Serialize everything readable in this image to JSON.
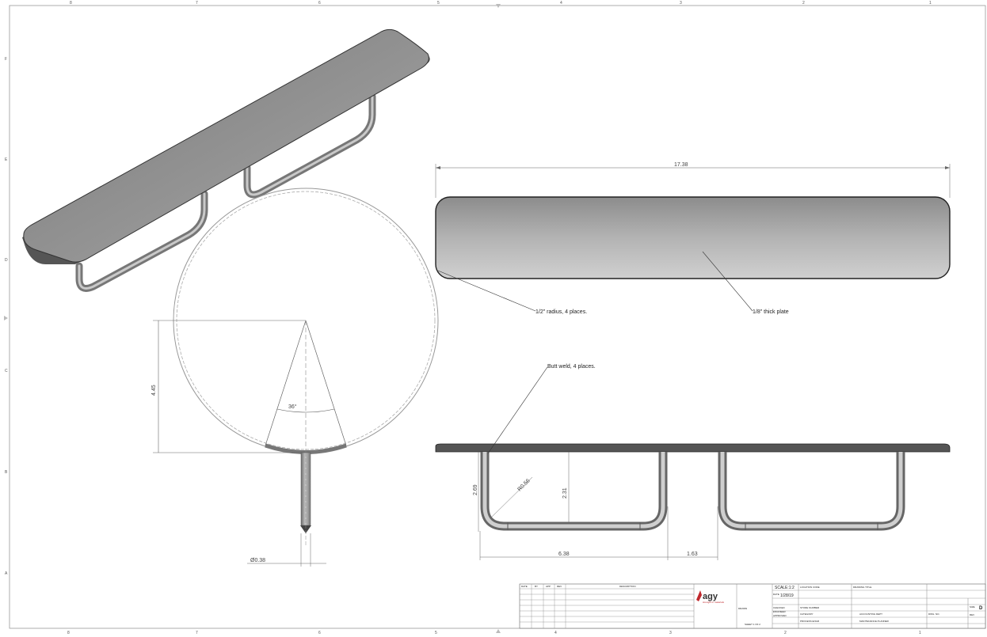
{
  "sheet": {
    "zones_top": [
      "8",
      "7",
      "6",
      "5",
      "4",
      "3",
      "2",
      "1"
    ],
    "zones_bottom": [
      "8",
      "7",
      "6",
      "5",
      "4",
      "3",
      "2",
      "1"
    ],
    "zones_left": [
      "F",
      "E",
      "D",
      "C",
      "B",
      "A"
    ]
  },
  "views": {
    "top_view": {
      "overall_length": "17.38",
      "note_radius": "1/2\" radius, 4 places.",
      "note_plate": "1/8\" thick plate"
    },
    "front_view": {
      "note_weld": "Butt weld, 4 places.",
      "dim_tube_height": "2.69",
      "dim_bend_radius": "R0.56",
      "dim_inner_height": "2.31",
      "dim_leg_span": "6.38",
      "dim_gap": "1.63"
    },
    "side_view": {
      "dim_height": "4.45",
      "dim_angle": "36°",
      "dim_tube_diameter": "Ø0.38"
    }
  },
  "title_block": {
    "rev_headers": [
      "DATE",
      "BY",
      "APP",
      "REV",
      "DESCRIPTION"
    ],
    "logo_text": "agy",
    "logo_tagline": "strength in materials",
    "scale": "SCALE:1:2",
    "date_label": "DATE",
    "date_value": "1/28/19",
    "sheet": "SHEET 1 OF 2",
    "size_label": "SIZE",
    "size_value": "D",
    "rev_label": "REV",
    "fields": [
      "LOCATION CODE",
      "DRAWING TITLE",
      "DRAWN",
      "CHECKED",
      "ENGINEER",
      "APPROVED",
      "PROCESS ENGR",
      "CATEGORY",
      "ACCOUNTING DEPT",
      "MAINTENANCE PLANNER",
      "DWG. NO.",
      "STORE NUMBER"
    ]
  }
}
